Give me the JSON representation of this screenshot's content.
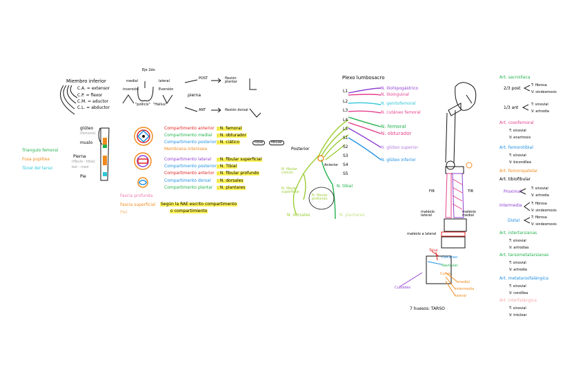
{
  "colors": {
    "red": "#e02020",
    "orange": "#f08a1c",
    "green": "#22b14c",
    "blue": "#1d8fe1",
    "purple": "#8e3fd1",
    "pink": "#e43f8c",
    "cyan": "#2cc7d8",
    "olive": "#9acd32",
    "highlight": "#fff55a",
    "ink": "#111111"
  },
  "intro": {
    "membro": "Miembro inferior",
    "lines": [
      "C.A. = extensor",
      "C.P. = flexor",
      "C.M. = aductor",
      "C.L. = abductor"
    ],
    "axis_label": "Eje 2do",
    "medial": "medial",
    "lateral": "lateral",
    "inversion": "inversión",
    "eversion": "Eversión",
    "pollicis": "\"pollicis\"",
    "halluce": "\"Hallux\"",
    "post": "POST",
    "ant": "ANT",
    "pierna": "pierna",
    "flexion_plantar": "flexión plantar",
    "flexion_dorsal": "flexión dorsal"
  },
  "regions": {
    "legend": [
      {
        "text": "Triangulo femoral",
        "color": "#22b14c"
      },
      {
        "text": "Fosa poplítea",
        "color": "#f08a1c"
      },
      {
        "text": "Túnel del tarso",
        "color": "#2cc7d8"
      }
    ],
    "labels": {
      "gluteo": "glúteo",
      "gluteo_sub": "(femoris)",
      "muslo": "muslo",
      "pierna": "Pierna",
      "pierna_sub": "(fíbula - tibia)",
      "pierna_sub2": "bot  -  med",
      "pie": "Pie"
    }
  },
  "compartments": [
    {
      "name": "Compartimento anterior",
      "color": "#e02020",
      "nerve": ": N. femoral"
    },
    {
      "name": "Compartimento medial",
      "color": "#22b14c",
      "nerve": ": N. obturador"
    },
    {
      "name": "Compartimento posterior",
      "color": "#1d8fe1",
      "nerve": ": N. ciático"
    },
    {
      "name": "Membrana interósea",
      "color": "#f08a1c",
      "nerve": ""
    },
    {
      "name": "Compartimento lateral",
      "color": "#8e3fd1",
      "nerve": ": N. fibular superficial"
    },
    {
      "name": "Compartimento posterior",
      "color": "#1d8fe1",
      "nerve": ": N. Tibial"
    },
    {
      "name": "Compartimento anterior",
      "color": "#e02020",
      "nerve": ": N. fibular profundo"
    },
    {
      "name": "Compartimento dorsal",
      "color": "#1d8fe1",
      "nerve": ": N. dorsales"
    },
    {
      "name": "Compartimento plantar",
      "color": "#22b14c",
      "nerve": ": N. plantares"
    }
  ],
  "compartment_pills": [
    "tibial",
    "fibular"
  ],
  "compartment_notes": {
    "fasca_profunda": "Fascia profunda",
    "fasca_superficial": "Fascia superficial",
    "piel": "Piel",
    "rae": "Según la RAE escrito compartimento",
    "rae2": "o compartimiento"
  },
  "plexo": {
    "title": "Plexo lumbosacro",
    "roots": [
      "L1",
      "L2",
      "L3",
      "L4",
      "L5",
      "S1",
      "S2",
      "S3",
      "S4",
      "S5"
    ],
    "branches": [
      {
        "text": "N. Iliohipogástrico",
        "color": "#8e3fd1"
      },
      {
        "text": "N. Ilioinguinal",
        "color": "#e43f8c"
      },
      {
        "text": "N. genitofemoral",
        "color": "#2cc7d8"
      },
      {
        "text": "N. cutáneo femoral",
        "color": "#e43f8c"
      },
      {
        "text": "N. femoral",
        "color": "#22b14c"
      },
      {
        "text": "N. obturador",
        "color": "#e43f8c"
      },
      {
        "text": "N. glúteo superior",
        "color": "#8e3fd1"
      },
      {
        "text": "N. glúteo inferior",
        "color": "#1d8fe1"
      }
    ],
    "posterior": "Posterior",
    "anterior": "Anterior",
    "fibular_comun": "N. fibular común",
    "tibial": "N. tibial",
    "fibular_superficial": "N. fibular superficial",
    "fibular_profundo": "N. fibular profundo",
    "dorsales": "N. dorsales",
    "plantares": "N. plantares"
  },
  "skeleton": {
    "fib": "FIB",
    "tib": "TIB",
    "maleolo_lateral": "maléolo lateral",
    "maleolo_medial": "maléolo medial",
    "maleolo_lateral2": "maléolo a lateral",
    "tarso": [
      "Talus",
      "Calcáneo",
      "Navicular",
      "Cuboides",
      "Cuñas",
      "medial",
      "intermedia",
      "lateral"
    ],
    "count": "7 huesos: TARSO"
  },
  "articulations": [
    {
      "title": "Art. sacroilíaca",
      "color": "#22b14c",
      "lines": [
        "T: fibrosa",
        "V: sindesmosis"
      ],
      "prefix": "2/3 post"
    },
    {
      "title": "",
      "color": "#111111",
      "lines": [
        "T: sinovial",
        "V: artrodia"
      ],
      "prefix": "1/3 ant"
    },
    {
      "title": "Art. coxofemoral",
      "color": "#e43f8c",
      "lines": [
        "T: sinovial",
        "V: enartrosis"
      ],
      "prefix": ""
    },
    {
      "title": "Art. femorotibial",
      "color": "#1d8fe1",
      "lines": [
        "T: sinovial",
        "V: bicondílea"
      ],
      "prefix": ""
    },
    {
      "title": "Art. femoropatelar",
      "color": "#f08a1c",
      "lines": [],
      "prefix": ""
    },
    {
      "title": "Art. tibiofibular",
      "color": "#111111",
      "lines": [],
      "prefix": ""
    },
    {
      "title": "Proximal",
      "color": "#8e3fd1",
      "lines": [
        "T: sinovial",
        "V: artrodia"
      ],
      "prefix": ""
    },
    {
      "title": "Intermedia",
      "color": "#8e3fd1",
      "lines": [
        "T: fibrosa",
        "V: sindesmosis"
      ],
      "prefix": ""
    },
    {
      "title": "Distal",
      "color": "#1d8fe1",
      "lines": [
        "T: fibrosa",
        "V: sindesmosis"
      ],
      "prefix": ""
    },
    {
      "title": "Art. intertarsianas",
      "color": "#22b14c",
      "lines": [
        "T: sinovial",
        "V: artrodias"
      ],
      "prefix": ""
    },
    {
      "title": "Art. tarsometatarsianas",
      "color": "#22b14c",
      "lines": [
        "T: sinovial",
        "V: artrodia"
      ],
      "prefix": ""
    },
    {
      "title": "Art. metatarsofalángica",
      "color": "#1d8fe1",
      "lines": [
        "T: sinovial",
        "V: condílea"
      ],
      "prefix": ""
    },
    {
      "title": "Art. interfalángica",
      "color": "#f4a6a6",
      "lines": [
        "T: sinovial",
        "V: tróclear"
      ],
      "prefix": ""
    }
  ]
}
